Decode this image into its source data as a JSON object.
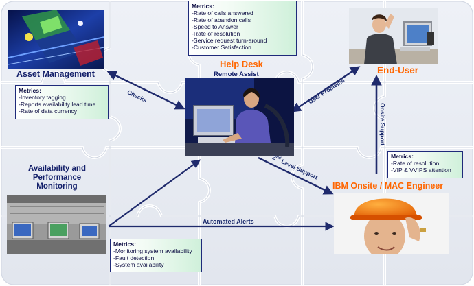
{
  "nodes": {
    "asset_management": {
      "title": "Asset Management",
      "metrics_title": "Metrics:",
      "metrics": [
        "-Inventory tagging",
        "-Reports availability lead time",
        "-Rate of data currency"
      ]
    },
    "help_desk": {
      "title": "Help Desk",
      "subtitle": "Remote Assist",
      "metrics_title": "Metrics:",
      "metrics": [
        "-Rate of calls answered",
        "-Rate of abandon calls",
        "-Speed to Answer",
        "-Rate of resolution",
        "-Service request turn-around",
        "-Customer Satisfaction"
      ]
    },
    "end_user": {
      "title": "End-User"
    },
    "availability": {
      "title_lines": [
        "Availability and",
        "Performance",
        "Monitoring"
      ],
      "metrics_title": "Metrics:",
      "metrics": [
        "-Monitoring system availability",
        "-Fault detection",
        "-System availability"
      ]
    },
    "ibm_onsite": {
      "title": "IBM Onsite / MAC Engineer",
      "metrics_title": "Metrics:",
      "metrics": [
        "-Rate of resolution",
        "-VIP & VVIPS attention"
      ]
    }
  },
  "edges": {
    "checks": "Checks",
    "user_problems": "User Problems",
    "onsite_support": "Onsite Support",
    "second_level_pre": "2",
    "second_level_sup": "nd",
    "second_level_post": " Level Support",
    "automated_alerts": "Automated Alerts"
  },
  "colors": {
    "orange_title": "#ff6600",
    "navy": "#14206a",
    "arrow": "#1f2a6c"
  }
}
